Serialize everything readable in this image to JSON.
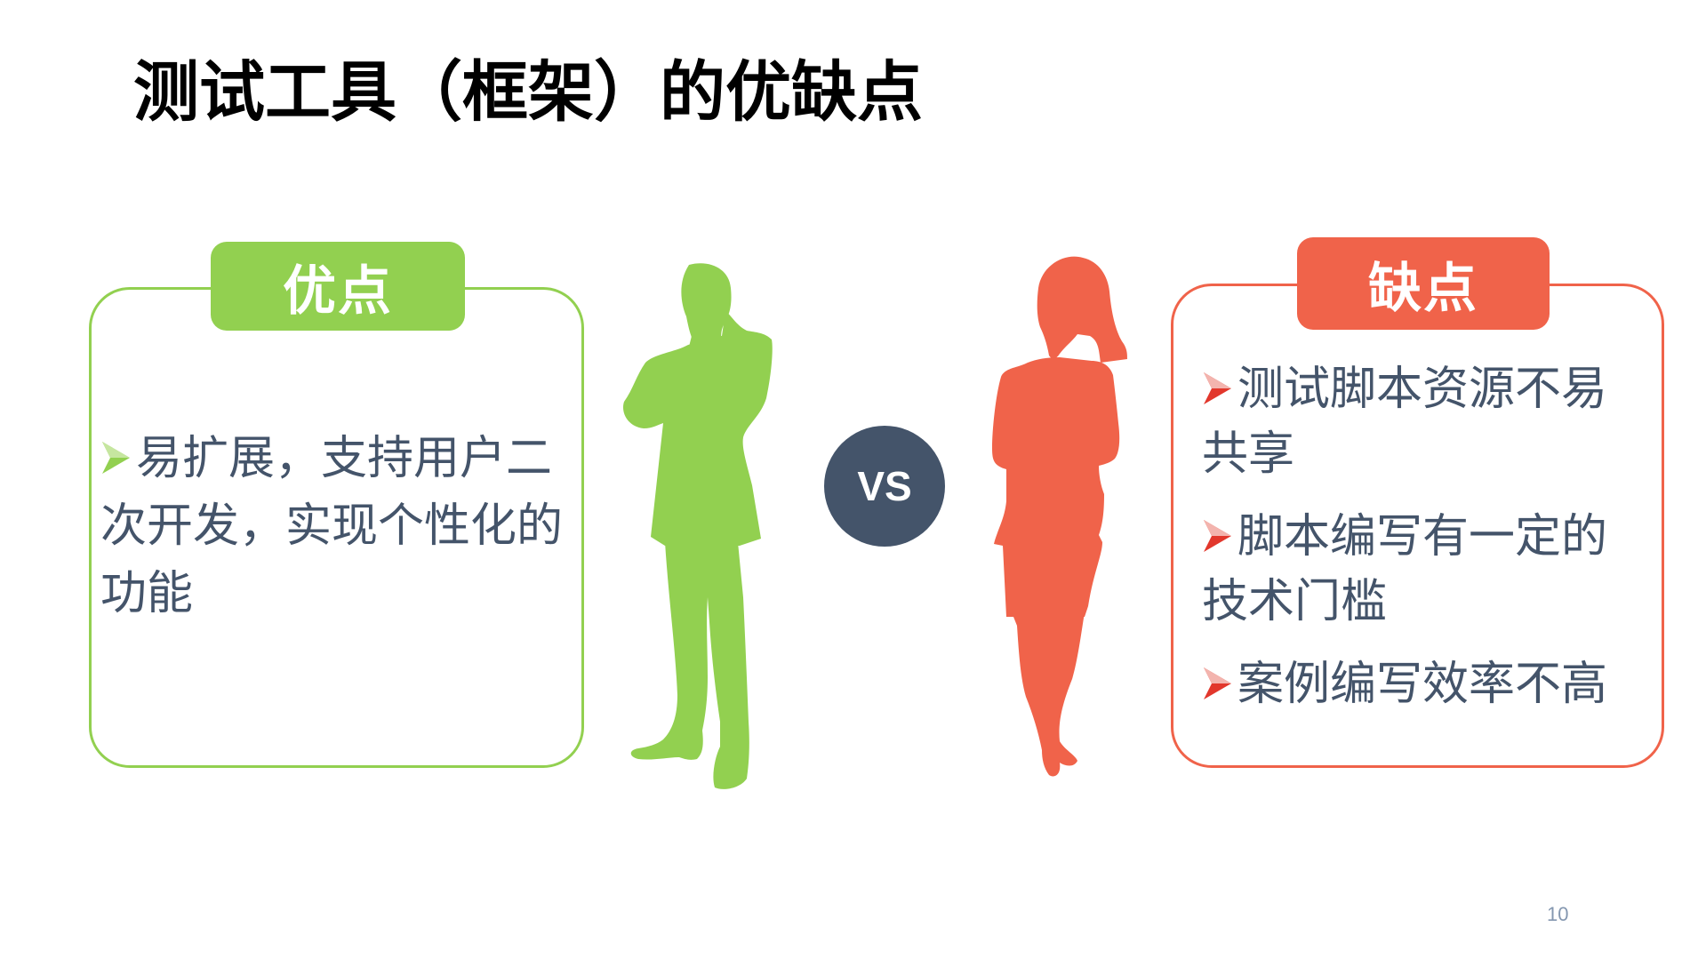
{
  "slide": {
    "title": "测试工具（框架）的优缺点",
    "page_number": "10"
  },
  "colors": {
    "pros_accent": "#92d050",
    "cons_accent": "#f0634a",
    "body_text": "#44546a",
    "vs_circle": "#44546a",
    "title_text": "#000000"
  },
  "pros": {
    "badge_label": "优点",
    "icon": "male-silhouette-icon",
    "bullet_icon": "arrow-bullet-icon",
    "items": [
      "易扩展，支持用户二次开发，实现个性化的功能"
    ]
  },
  "vs": {
    "label": "VS"
  },
  "cons": {
    "badge_label": "缺点",
    "icon": "female-silhouette-icon",
    "bullet_icon": "arrow-bullet-icon",
    "items": [
      "测试脚本资源不易共享",
      "脚本编写有一定的技术门槛",
      "案例编写效率不高"
    ]
  }
}
